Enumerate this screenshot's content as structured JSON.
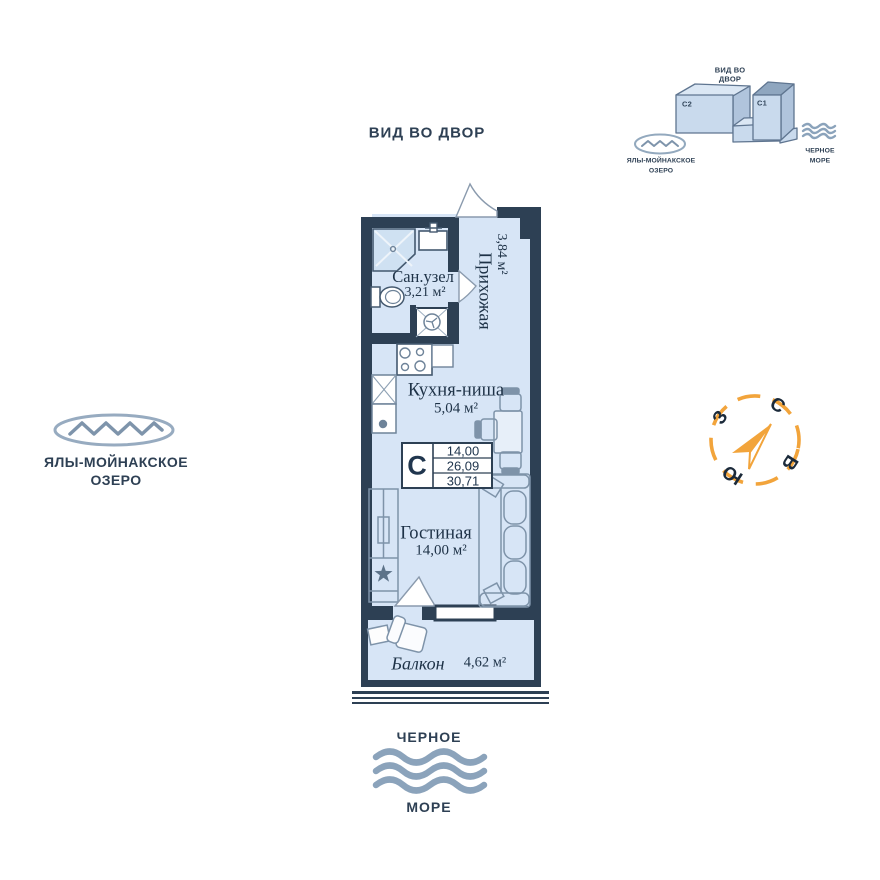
{
  "colors": {
    "wall": "#2d4054",
    "floor": "#d7e5f6",
    "water": "#8ba3bb",
    "accent_orange": "#f2a43b",
    "ink": "#2e4054"
  },
  "view_label": "ВИД ВО ДВОР",
  "minimap": {
    "title": [
      "ВИД ВО",
      "ДВОР"
    ],
    "blocks": [
      "С2",
      "С1"
    ],
    "lake": [
      "ЯЛЫ-МОЙНАКСКОЕ",
      "ОЗЕРО"
    ],
    "sea": [
      "ЧЕРНОЕ",
      "МОРЕ"
    ]
  },
  "lake": [
    "ЯЛЫ-МОЙНАКСКОЕ",
    "ОЗЕРО"
  ],
  "sea": [
    "ЧЕРНОЕ",
    "МОРЕ"
  ],
  "compass": {
    "n": "С",
    "e": "В",
    "s": "Ю",
    "w": "З"
  },
  "rooms": {
    "bathroom": {
      "name": "Сан.узел",
      "area": "3,21 м²"
    },
    "hallway": {
      "name": "Прихожая",
      "area": "3,84 м²"
    },
    "kitchen": {
      "name": "Кухня-ниша",
      "area": "5,04 м²"
    },
    "living": {
      "name": "Гостиная",
      "area": "14,00 м²"
    },
    "balcony": {
      "name": "Балкон",
      "area": "4,62 м²"
    }
  },
  "info_box": {
    "letter": "С",
    "values": [
      "14,00",
      "26,09",
      "30,71"
    ]
  }
}
